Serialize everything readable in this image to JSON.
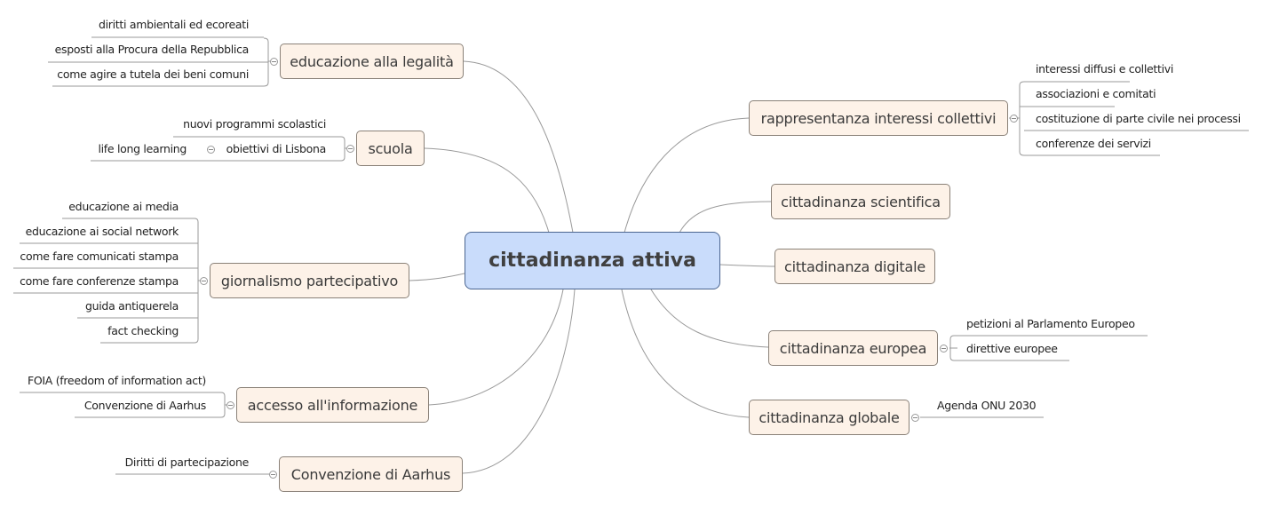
{
  "root": {
    "label": "cittadinanza attiva"
  },
  "left_branches": [
    {
      "label": "educazione alla legalità",
      "children": [
        "diritti ambientali ed ecoreati",
        "esposti alla Procura della Repubblica",
        "come agire a tutela dei beni comuni"
      ]
    },
    {
      "label": "scuola",
      "children": [
        "nuovi programmi scolastici",
        "obiettivi di Lisbona"
      ],
      "grandchildren": {
        "obiettivi di Lisbona": [
          "life long learning"
        ]
      }
    },
    {
      "label": "giornalismo partecipativo",
      "children": [
        "educazione ai media",
        "educazione ai social network",
        "come fare comunicati stampa",
        "come fare conferenze stampa",
        "guida antiquerela",
        "fact checking"
      ]
    },
    {
      "label": "accesso all'informazione",
      "children": [
        "FOIA (freedom of information act)",
        "Convenzione di Aarhus"
      ]
    },
    {
      "label": "Convenzione di Aarhus",
      "children": [
        "Diritti di partecipazione"
      ]
    }
  ],
  "right_branches": [
    {
      "label": "rappresentanza interessi collettivi",
      "children": [
        "interessi diffusi e collettivi",
        "associazioni e comitati",
        "costituzione di parte civile nei processi",
        "conferenze dei servizi"
      ]
    },
    {
      "label": "cittadinanza scientifica",
      "children": []
    },
    {
      "label": "cittadinanza digitale",
      "children": []
    },
    {
      "label": "cittadinanza europea",
      "children": [
        "petizioni al Parlamento Europeo",
        "direttive europee"
      ]
    },
    {
      "label": "cittadinanza globale",
      "children": [
        "Agenda ONU 2030"
      ]
    }
  ],
  "colors": {
    "root_fill": "#c9dcfb",
    "root_border": "#4b6590",
    "node_fill": "#fdf2e8",
    "node_border": "#8a8178",
    "connector": "#999999"
  }
}
